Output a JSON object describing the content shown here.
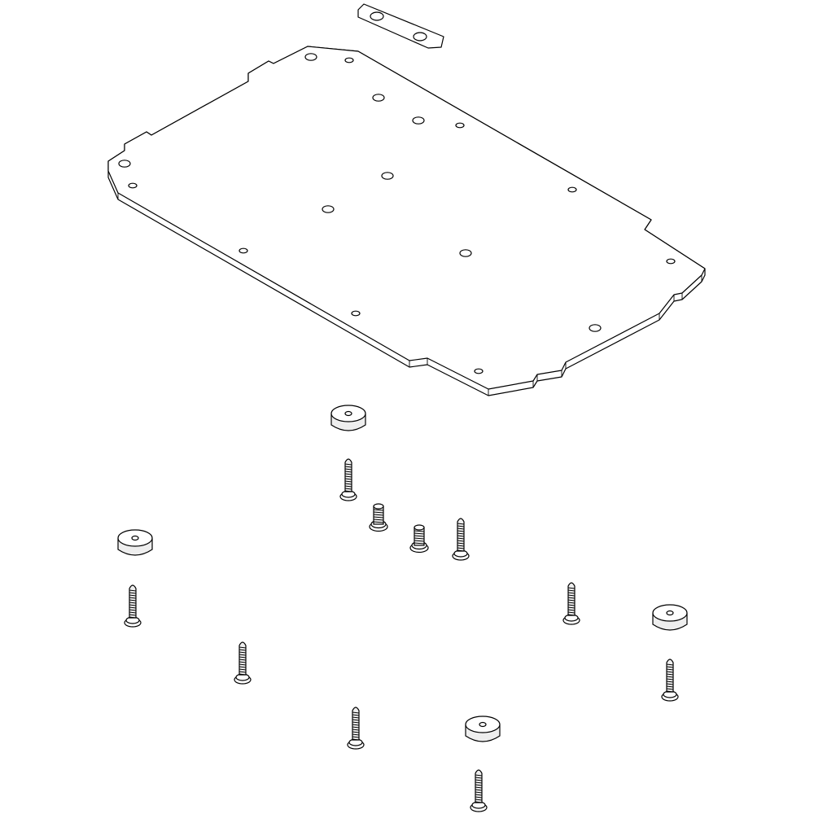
{
  "diagram": {
    "type": "exploded assembly drawing",
    "stroke_color": "#000000",
    "background": "#ffffff",
    "parts": [
      "base-plate",
      "bracket",
      "rubber-foot",
      "long-screw",
      "short-screw"
    ]
  }
}
